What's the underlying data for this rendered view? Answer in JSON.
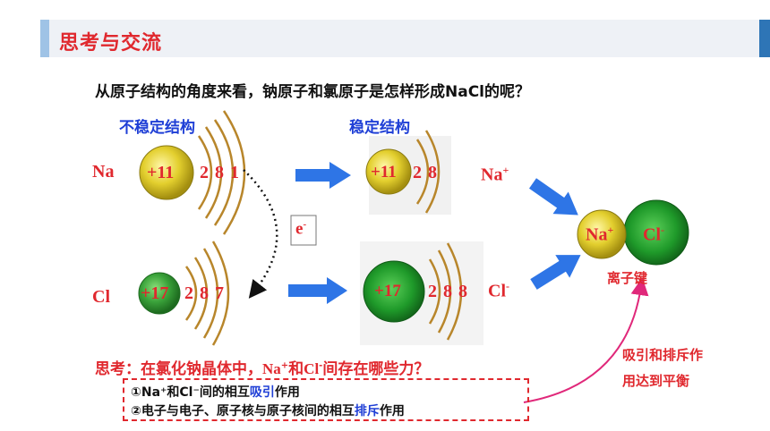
{
  "header": {
    "title": "思考与交流"
  },
  "question": "从原子结构的角度来看，钠原子和氯原子是怎样形成NaCl的呢？",
  "labels": {
    "unstable": "不稳定结构",
    "stable": "稳定结构"
  },
  "na_atom": {
    "symbol": "Na",
    "nucleus": "+11",
    "shells": "2 8 1"
  },
  "cl_atom": {
    "symbol": "Cl",
    "nucleus": "+17",
    "shells": "2 8 7"
  },
  "na_ion": {
    "nucleus": "+11",
    "shells": "2 8",
    "label": "Na",
    "charge": "+"
  },
  "cl_ion": {
    "nucleus": "+17",
    "shells": "2 8 8",
    "label": "Cl",
    "charge": "-"
  },
  "electron": {
    "label": "e",
    "charge": "-"
  },
  "compound": {
    "na": "Na",
    "na_charge": "+",
    "cl": "Cl",
    "cl_charge": "-",
    "bond": "离子键"
  },
  "think": {
    "prefix": "思考：在氯化钠晶体中，",
    "na": "Na",
    "na_charge": "+",
    "mid": "和",
    "cl": "Cl",
    "cl_charge": "-",
    "suffix": "间存在哪些力？"
  },
  "answers": {
    "line1_prefix": "①Na⁺和Cl⁻间的相互",
    "line1_highlight": "吸引",
    "line1_suffix": "作用",
    "line2_prefix": "②电子与电子、原子核与原子核间的相互",
    "line2_highlight": "排斥",
    "line2_suffix": "作用"
  },
  "balance": {
    "line1": "吸引和排斥作",
    "line2": "用达到平衡"
  },
  "colors": {
    "red": "#e0282e",
    "blue": "#1f3fd6",
    "arrow": "#2e75e6",
    "shell": "#b8862b"
  }
}
